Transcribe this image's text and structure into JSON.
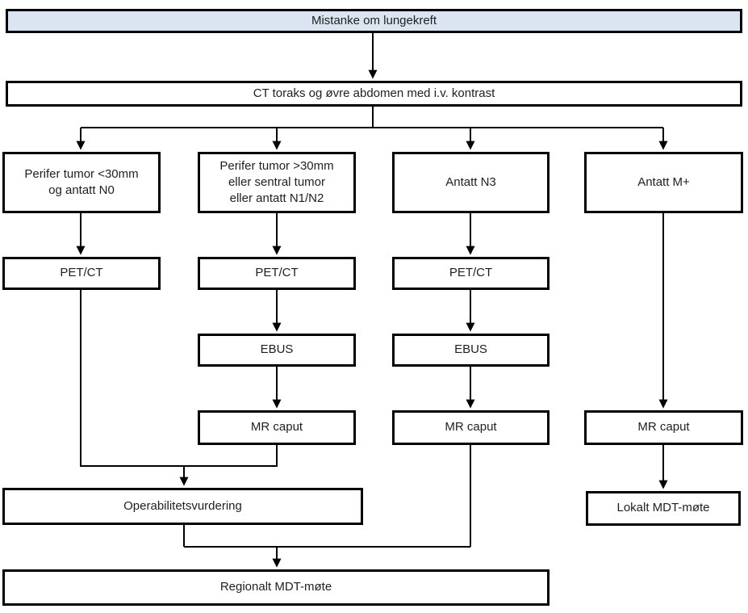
{
  "diagram": {
    "colors": {
      "background": "#ffffff",
      "box_border": "#000000",
      "box_fill": "#ffffff",
      "start_box_fill": "#dbe5f1",
      "line": "#000000",
      "text": "#1f1f1f"
    },
    "nodes": {
      "start": {
        "label": "Mistanke om lungekreft"
      },
      "ct": {
        "label": "CT toraks og øvre abdomen med i.v. kontrast"
      },
      "branch_a": {
        "label": "Perifer tumor <30mm\nog antatt N0"
      },
      "branch_b": {
        "label": "Perifer tumor >30mm\neller sentral tumor\neller antatt N1/N2"
      },
      "branch_c": {
        "label": "Antatt N3"
      },
      "branch_d": {
        "label": "Antatt M+"
      },
      "petct_a": {
        "label": "PET/CT"
      },
      "petct_b": {
        "label": "PET/CT"
      },
      "petct_c": {
        "label": "PET/CT"
      },
      "ebus_b": {
        "label": "EBUS"
      },
      "ebus_c": {
        "label": "EBUS"
      },
      "mr_b": {
        "label": "MR caput"
      },
      "mr_c": {
        "label": "MR caput"
      },
      "mr_d": {
        "label": "MR caput"
      },
      "operability": {
        "label": "Operabilitetsvurdering"
      },
      "local_mdt": {
        "label": "Lokalt MDT-møte"
      },
      "regional_mdt": {
        "label": "Regionalt MDT-møte"
      }
    }
  }
}
